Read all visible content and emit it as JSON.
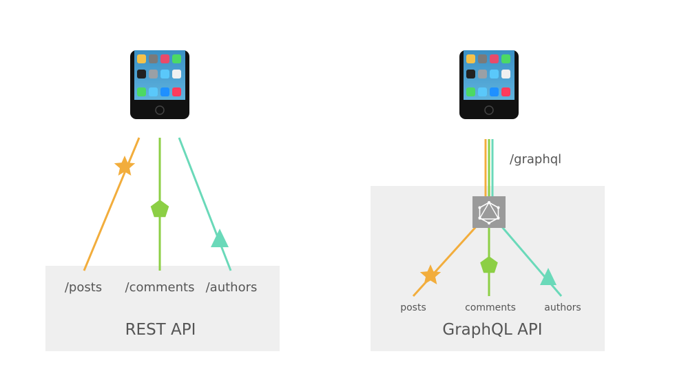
{
  "colors": {
    "posts": "#f2ad3c",
    "comments": "#8ccf45",
    "authors": "#6ad9b9",
    "panel": "#efefef",
    "graphql_box": "#9a9a9a",
    "text": "#555555"
  },
  "rest": {
    "endpoints": {
      "posts": "/posts",
      "comments": "/comments",
      "authors": "/authors"
    },
    "title": "REST API"
  },
  "graphql": {
    "endpoint": "/graphql",
    "fields": {
      "posts": "posts",
      "comments": "comments",
      "authors": "authors"
    },
    "title": "GraphQL API"
  },
  "icons": {
    "posts": "star-icon",
    "comments": "pentagon-icon",
    "authors": "triangle-icon",
    "phone": "smartphone-icon",
    "graphql": "graphql-logo-icon"
  }
}
